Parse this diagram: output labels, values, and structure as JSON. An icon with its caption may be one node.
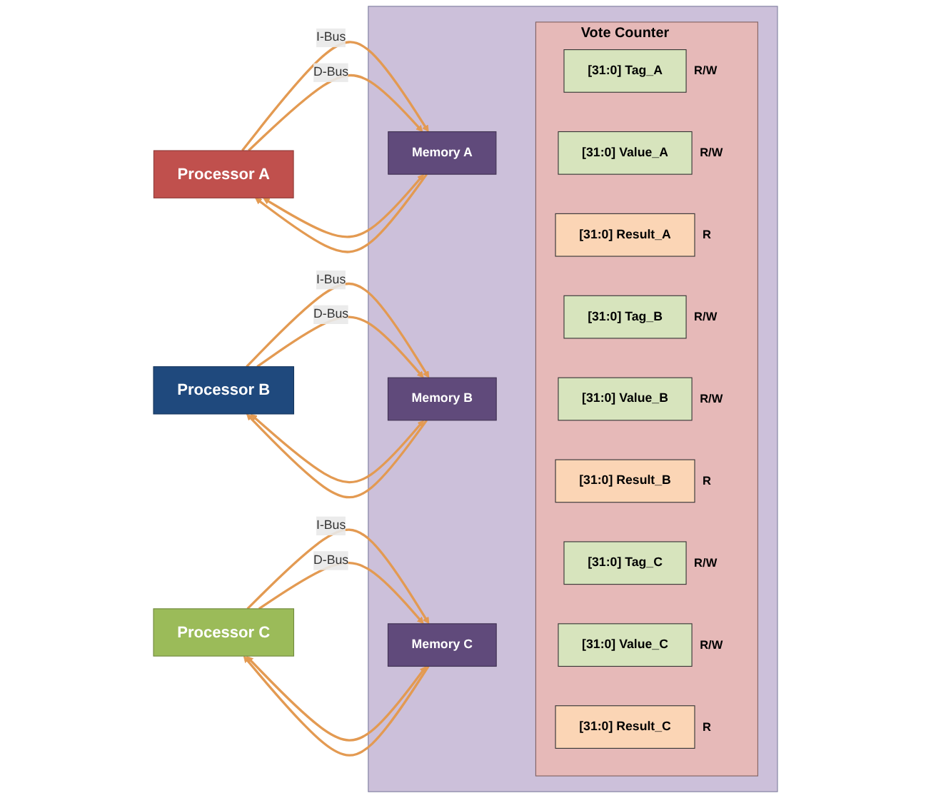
{
  "diagram": {
    "nodes": [
      {
        "text": [
          "Processor A"
        ]
      },
      {
        "text": [],
        "shape": "box"
      },
      {
        "text": [
          "Memory A"
        ],
        "in": 1
      },
      {
        "text": [
          "Vote Counter"
        ],
        "in": 1
      },
      {
        "text": [
          "[31:0] Tag_A"
        ],
        "in": 3,
        "beside": [
          "R/W"
        ]
      },
      {
        "text": [
          "[31:0] Value_A"
        ],
        "in": 3,
        "beside": [
          "R/W"
        ]
      },
      {
        "text": [
          "[31:0] Result_A"
        ],
        "in": 3,
        "beside": [
          "R"
        ]
      },
      {
        "text": [
          "Processor B"
        ]
      },
      {
        "text": [
          "Memory B"
        ],
        "in": 1
      },
      {
        "text": [
          "[31:0] Tag_B"
        ],
        "in": 3,
        "beside": [
          "R/W"
        ]
      },
      {
        "text": [
          "[31:0] Value_B"
        ],
        "in": 3,
        "beside": [
          "R/W"
        ]
      },
      {
        "text": [
          "[31:0] Result_B"
        ],
        "in": 3,
        "beside": [
          "R"
        ]
      },
      {
        "text": [
          "Processor C"
        ]
      },
      {
        "text": [
          "Memory C"
        ],
        "in": 1
      },
      {
        "text": [
          "[31:0] Tag_C"
        ],
        "in": 3,
        "beside": [
          "R/W"
        ]
      },
      {
        "text": [
          "[31:0] Value_C"
        ],
        "in": 3,
        "beside": [
          "R/W"
        ]
      },
      {
        "text": [
          "[31:0] Result_C"
        ],
        "in": 3,
        "beside": [
          "R"
        ]
      }
    ],
    "edges": [
      {
        "from": 0,
        "to": 2,
        "arrow": "to",
        "label": "I-Bus"
      },
      {
        "from": 2,
        "to": 0,
        "arrow": "to"
      },
      {
        "from": 0,
        "to": 2,
        "arrow": "to",
        "label": "D-Bus"
      },
      {
        "from": 0,
        "to": 2,
        "arrow": "both"
      },
      {
        "from": 7,
        "to": 8,
        "arrow": "to",
        "label": "I-Bus"
      },
      {
        "from": 8,
        "to": 7,
        "arrow": "to"
      },
      {
        "from": 7,
        "to": 8,
        "arrow": "to",
        "label": "D-Bus"
      },
      {
        "from": 7,
        "to": 8,
        "arrow": "both"
      },
      {
        "from": 12,
        "to": 13,
        "arrow": "to",
        "label": "I-Bus"
      },
      {
        "from": 13,
        "to": 12,
        "arrow": "to"
      },
      {
        "from": 12,
        "to": 13,
        "arrow": "to",
        "label": "D-Bus"
      },
      {
        "from": 12,
        "to": 13,
        "arrow": "both"
      }
    ]
  }
}
